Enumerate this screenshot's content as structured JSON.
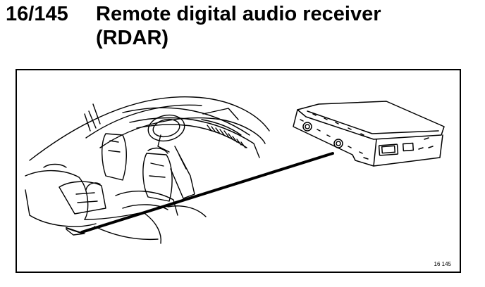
{
  "figure": {
    "number": "16/145",
    "title_line1": "Remote digital audio receiver",
    "title_line2": "(RDAR)",
    "reference": "16 145"
  },
  "illustration": {
    "subjects": [
      "car-interior-icon",
      "rdar-module-icon",
      "antenna-cable-icon"
    ],
    "line_color": "#000000",
    "background_color": "#ffffff"
  }
}
